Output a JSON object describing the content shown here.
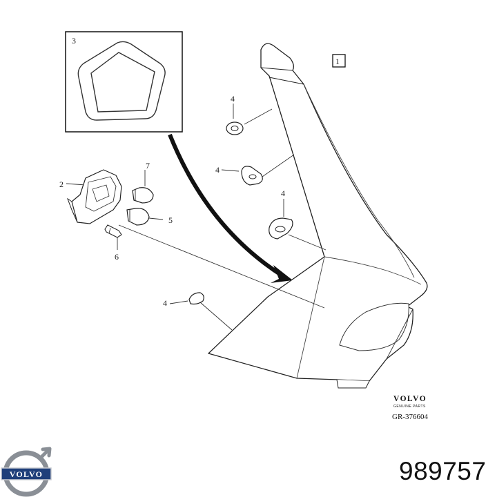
{
  "callouts": {
    "c1": "1",
    "c2": "2",
    "c3": "3",
    "c4a": "4",
    "c4b": "4",
    "c4c": "4",
    "c4d": "4",
    "c5": "5",
    "c6": "6",
    "c7": "7"
  },
  "footer": {
    "brand": "VOLVO",
    "subtitle": "GENUINE PARTS",
    "diagram_code": "GR-376604"
  },
  "logo": {
    "wordmark": "VOLVO",
    "colors": {
      "ring": "#8a8f96",
      "band": "#1f3f7a",
      "text": "#ffffff"
    }
  },
  "part_number": "989757"
}
